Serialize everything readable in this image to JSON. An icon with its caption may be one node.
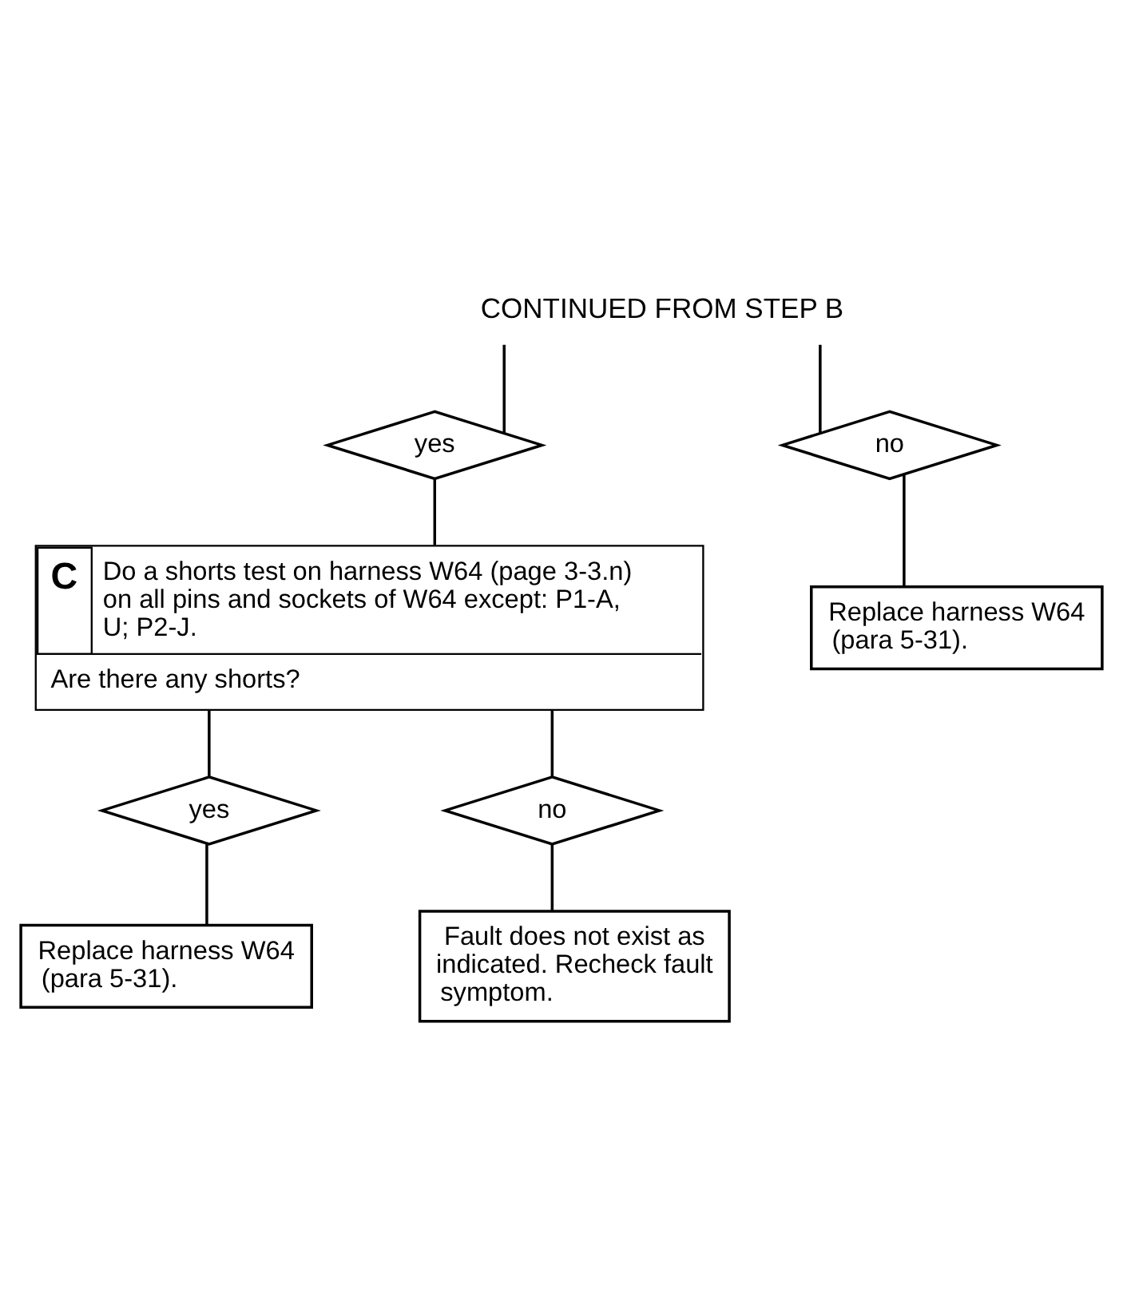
{
  "diagram": {
    "nodes": [
      {
        "text": [
          "CONTINUED FROM STEP B"
        ]
      },
      {
        "text": [
          "yes"
        ]
      },
      {
        "text": [
          "no"
        ]
      },
      {
        "text": [
          "Replace harness W64 (para 5-31)."
        ]
      },
      {
        "text": [
          "C",
          "Do a shorts test on harness W64 (page 3-3.n) on all pins and sockets of W64 except: P1-A, U; P2-J.",
          "Are there any shorts?"
        ]
      },
      {
        "text": [
          "yes"
        ]
      },
      {
        "text": [
          "no"
        ]
      },
      {
        "text": [
          "Replace harness W64 (para 5-31)."
        ]
      },
      {
        "text": [
          "Fault does not exist as indicated. Recheck fault symptom."
        ]
      }
    ],
    "edges": [
      {
        "from": 0,
        "to": 1,
        "arrow": "none"
      },
      {
        "from": 0,
        "to": 2,
        "arrow": "none"
      },
      {
        "from": 1,
        "to": 4,
        "arrow": "none"
      },
      {
        "from": 2,
        "to": 3,
        "arrow": "none"
      },
      {
        "from": 4,
        "to": 5,
        "arrow": "none"
      },
      {
        "from": 4,
        "to": 6,
        "arrow": "none"
      },
      {
        "from": 5,
        "to": 7,
        "arrow": "none"
      },
      {
        "from": 6,
        "to": 8,
        "arrow": "none"
      }
    ]
  }
}
